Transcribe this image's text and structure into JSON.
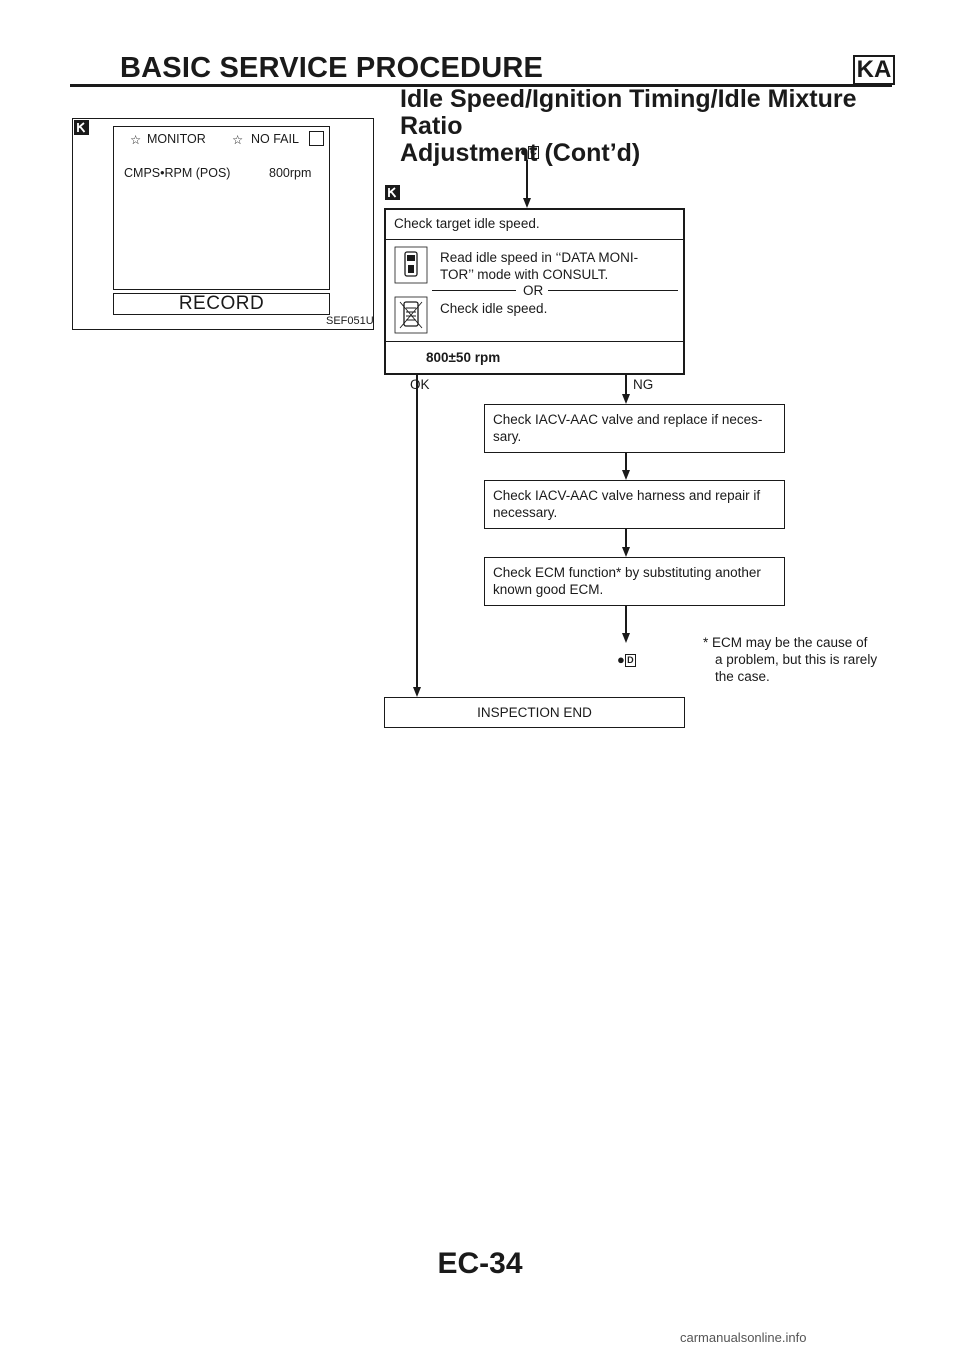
{
  "header": {
    "section_title": "BASIC SERVICE PROCEDURE",
    "badge": "KA",
    "subtitle_line1": "Idle Speed/Ignition Timing/Idle Mixture Ratio",
    "subtitle_line2": "Adjustment (Cont’d)"
  },
  "monitor": {
    "star_glyph": "☆",
    "monitor_label": "MONITOR",
    "nofail_label": "NO FAIL",
    "item_name": "CMPS•RPM (POS)",
    "item_value": "800rpm",
    "record_button": "RECORD",
    "figure_id": "SEF051U"
  },
  "flow": {
    "node_c": "C",
    "node_d": "D",
    "main": {
      "title": "Check target idle speed.",
      "consult_line1": "Read idle speed in ‘‘DATA MONI-",
      "consult_line2": "TOR’’ mode with CONSULT.",
      "or_label": "OR",
      "manual_text": "Check idle speed.",
      "spec": "800±50 rpm"
    },
    "ok_label": "OK",
    "ng_label": "NG",
    "step1_line1": "Check IACV-AAC valve and replace if neces-",
    "step1_line2": "sary.",
    "step2_line1": "Check IACV-AAC valve harness and repair if",
    "step2_line2": "necessary.",
    "step3_line1": "Check ECM function* by substituting another",
    "step3_line2": "known good ECM.",
    "note_line1": "* ECM may be the cause of",
    "note_line2": "a problem, but this is rarely",
    "note_line3": "the case.",
    "end_label": "INSPECTION END"
  },
  "footer": {
    "page_number": "EC-34",
    "watermark": "carmanualsonline.info"
  }
}
